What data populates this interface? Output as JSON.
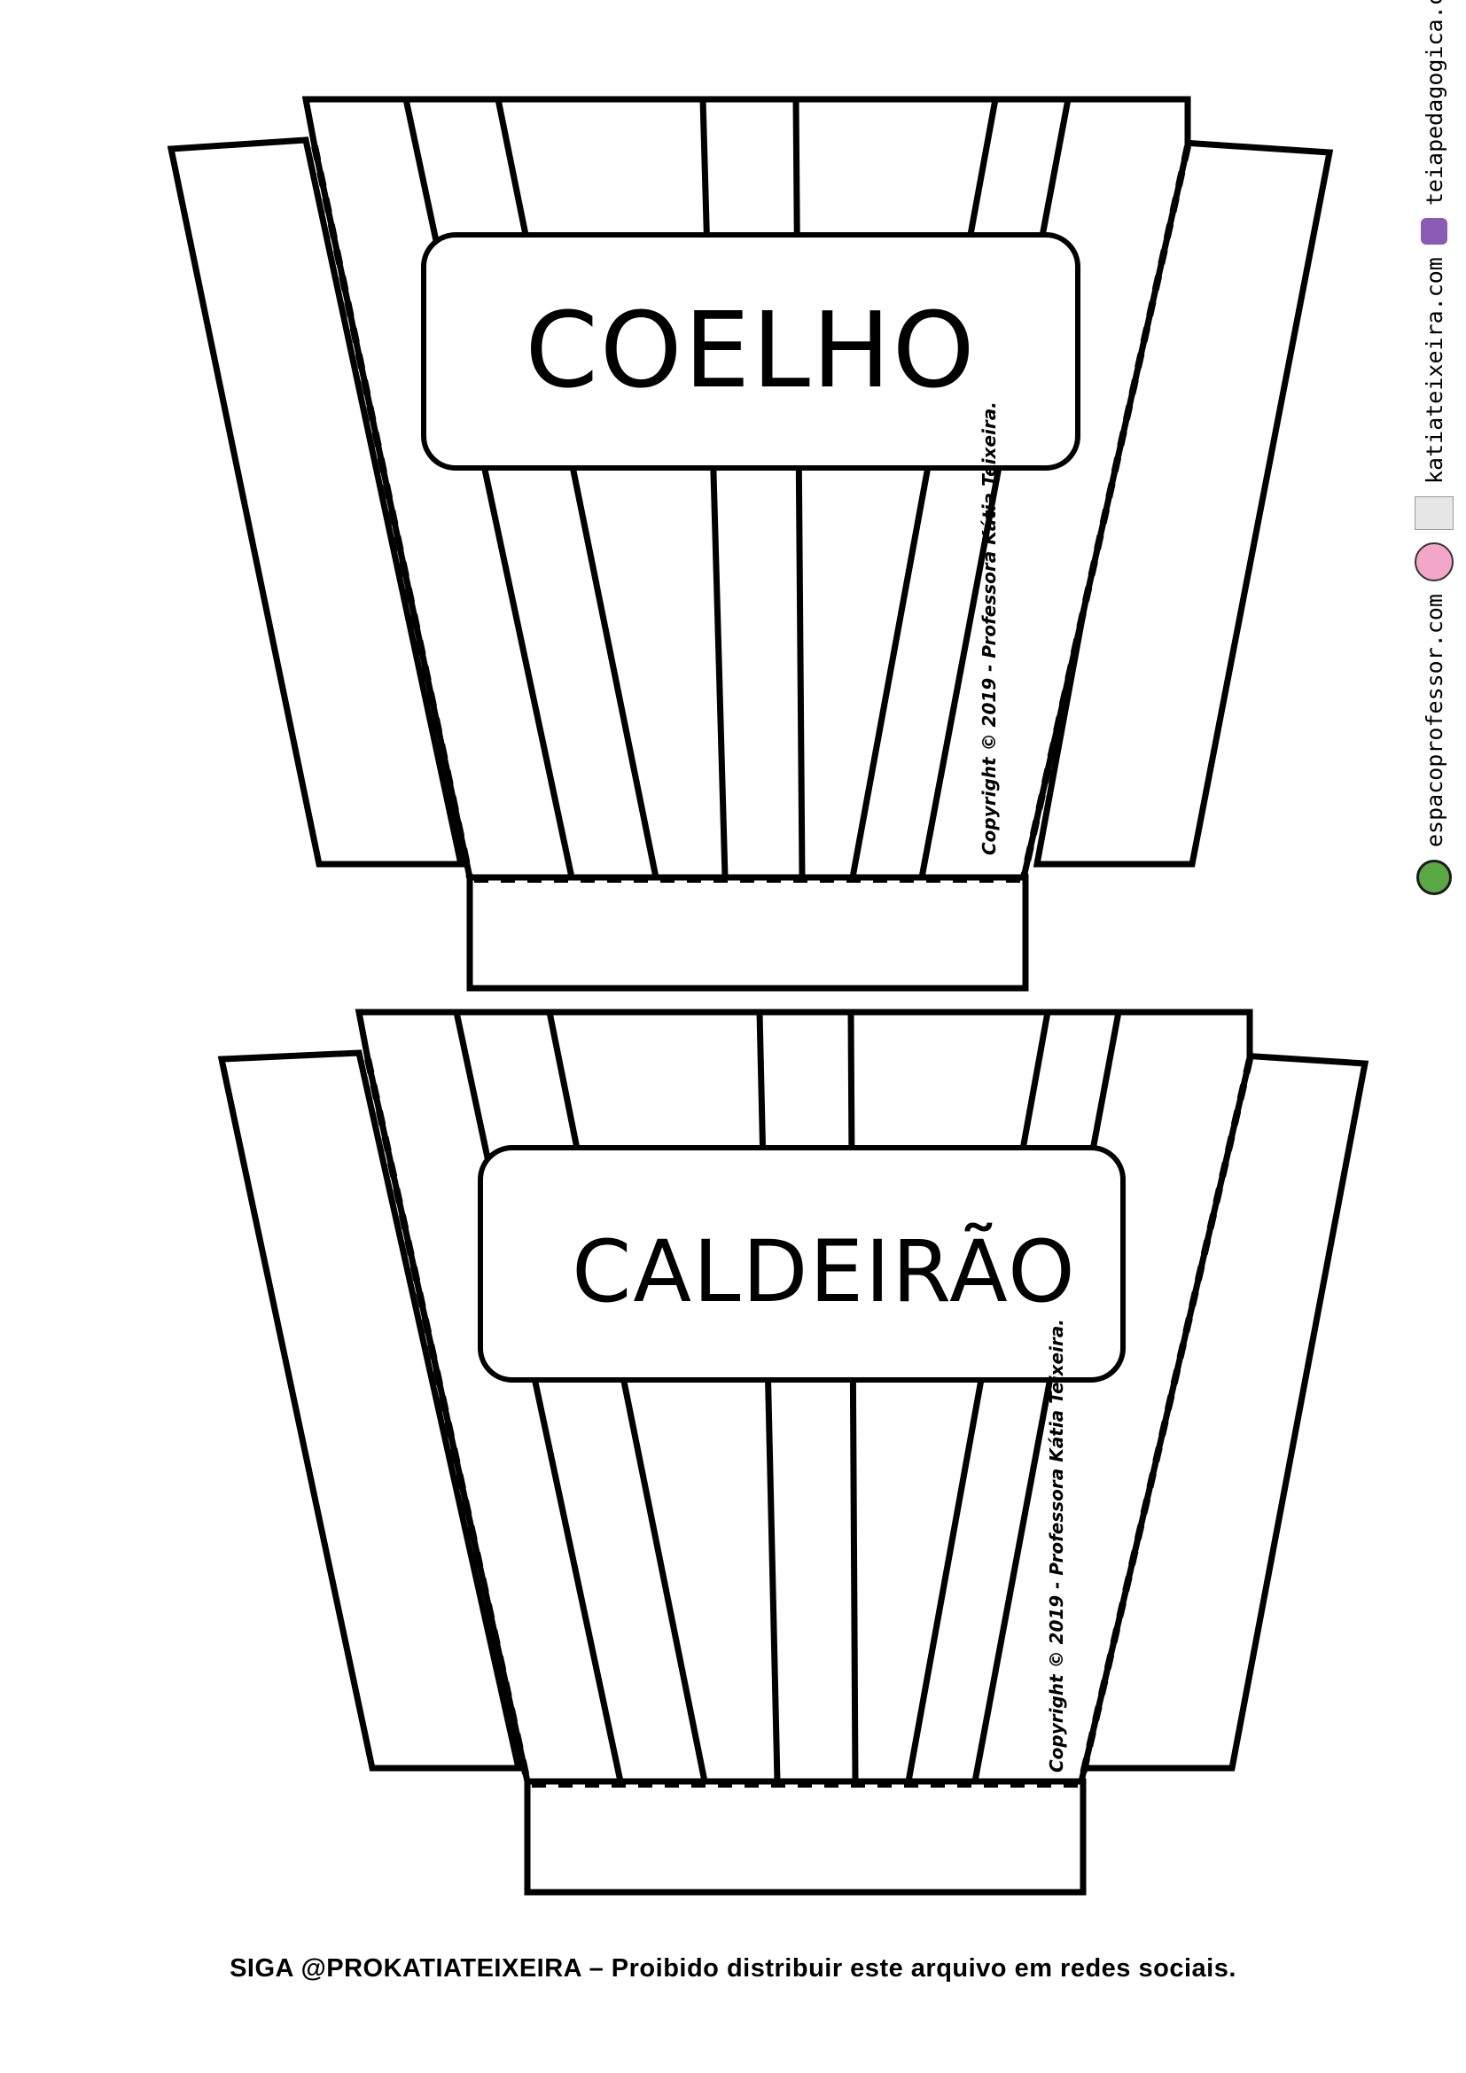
{
  "templates": [
    {
      "label": "COELHO",
      "copyright": "Copyright © 2019 - Professora Kátia Teixeira."
    },
    {
      "label": "CALDEIRÃO",
      "copyright": "Copyright © 2019 - Professora Kátia Teixeira."
    }
  ],
  "sidebar": {
    "site_1": "espacoprofessor.com",
    "site_2": "katiateixeira.com",
    "site_3": "teiapedagogica.com"
  },
  "footer": {
    "handle": "SIGA @PROKATIATEIXEIRA",
    "separator": " – ",
    "notice": "Proibido distribuir este arquivo em redes sociais."
  }
}
